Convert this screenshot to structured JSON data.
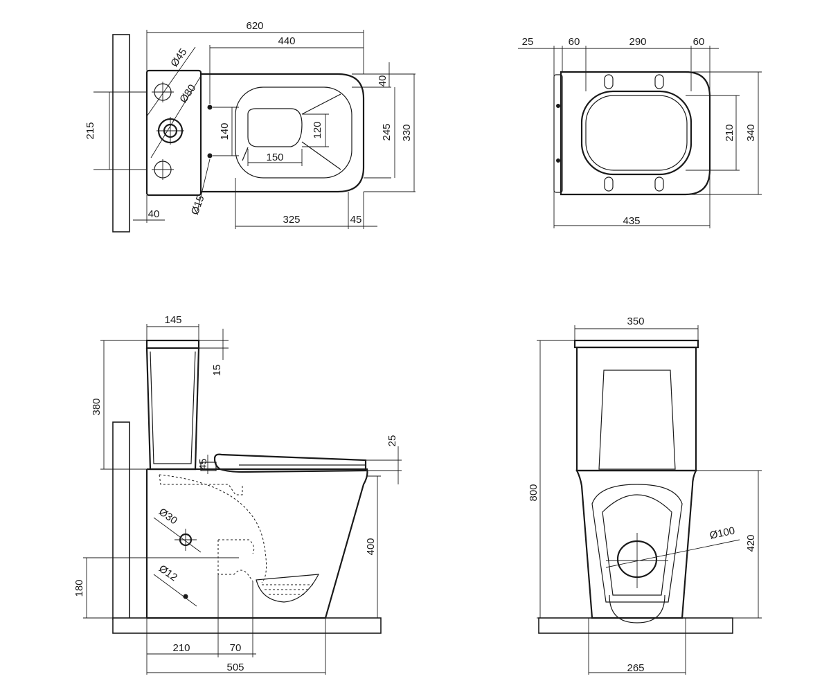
{
  "top_view": {
    "width": "620",
    "bowl_length": "440",
    "hole_large_dia": "Ø45",
    "hole_mid_dia": "Ø80",
    "hole_spacing": "215",
    "fix_spacing": "140",
    "fix_dia": "Ø15",
    "wall_offset": "40",
    "bowl_inner": "120",
    "bowl_inner_width": "150",
    "rim_top": "40",
    "rim_depth": "245",
    "total_depth": "330",
    "seat_length": "325",
    "front_offset": "45"
  },
  "seat_view": {
    "hinge": "25",
    "side_left": "60",
    "middle": "290",
    "side_right": "60",
    "inner_height": "210",
    "outer_height": "340",
    "total_width": "435"
  },
  "side_view": {
    "tank_width": "145",
    "lid_height": "15",
    "tank_height": "380",
    "seat_thickness": "25",
    "seat_gap": "45",
    "inlet_dia": "Ø30",
    "fix_dia": "Ø12",
    "bowl_height": "400",
    "outlet_height": "180",
    "outlet_offset": "210",
    "outlet_width": "70",
    "total_length": "505"
  },
  "front_view": {
    "top_width": "350",
    "total_height": "800",
    "outlet_dia": "Ø100",
    "bowl_height": "420",
    "base_width": "265"
  }
}
